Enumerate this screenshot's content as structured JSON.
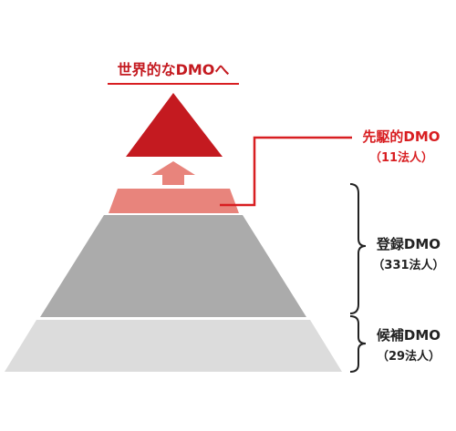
{
  "goal": {
    "label": "世界的なDMOへ",
    "color": "#c41a20"
  },
  "tiers": [
    {
      "id": "leading",
      "name": "先駆的DMO",
      "count": "（11法人）",
      "color": "#e8847c",
      "label_color": "#d81e21"
    },
    {
      "id": "registered",
      "name": "登録DMO",
      "count": "（331法人）",
      "color": "#ababab",
      "label_color": "#222222"
    },
    {
      "id": "candidate",
      "name": "候補DMO",
      "count": "（29法人）",
      "color": "#dcdcdc",
      "label_color": "#222222"
    }
  ],
  "colors": {
    "arrow": "#e8847c",
    "connector": "#d81e21",
    "bracket": "#222222",
    "underline": "#d81e21"
  }
}
